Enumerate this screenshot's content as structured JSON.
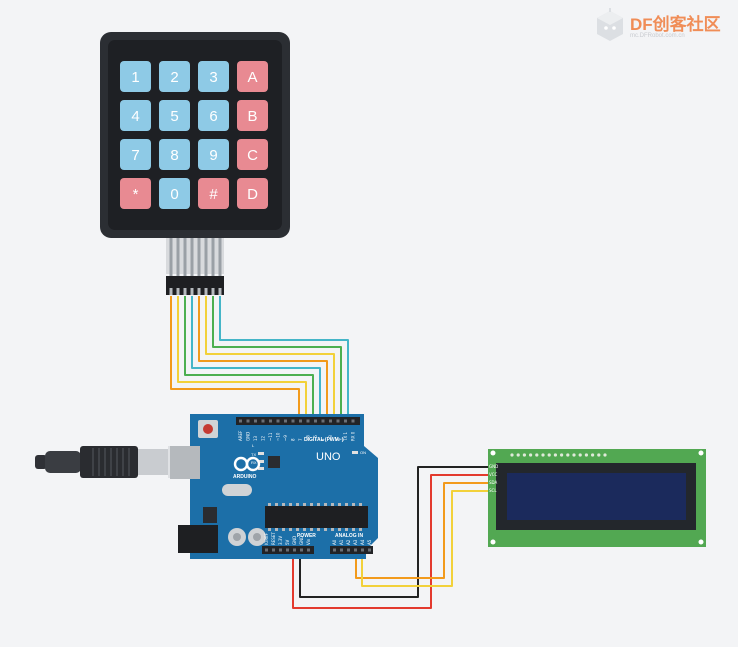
{
  "watermark": {
    "brand": "DF创客社区",
    "subtitle": "mc.DFRobot.com.cn"
  },
  "keypad": {
    "keys": [
      {
        "label": "1",
        "kind": "digit"
      },
      {
        "label": "2",
        "kind": "digit"
      },
      {
        "label": "3",
        "kind": "digit"
      },
      {
        "label": "A",
        "kind": "letter"
      },
      {
        "label": "4",
        "kind": "digit"
      },
      {
        "label": "5",
        "kind": "digit"
      },
      {
        "label": "6",
        "kind": "digit"
      },
      {
        "label": "B",
        "kind": "letter"
      },
      {
        "label": "7",
        "kind": "digit"
      },
      {
        "label": "8",
        "kind": "digit"
      },
      {
        "label": "9",
        "kind": "digit"
      },
      {
        "label": "C",
        "kind": "letter"
      },
      {
        "label": "*",
        "kind": "letter"
      },
      {
        "label": "0",
        "kind": "digit"
      },
      {
        "label": "#",
        "kind": "letter"
      },
      {
        "label": "D",
        "kind": "letter"
      }
    ]
  },
  "arduino": {
    "model": "UNO",
    "brand": "ARDUINO",
    "digital_header": "DIGITAL (PWM~)",
    "power_header": "POWER",
    "analog_header": "ANALOG IN",
    "on_led": "ON",
    "tx": "TX",
    "rx": "RX",
    "led_l": "L",
    "digital_pins": [
      "AREF",
      "GND",
      "13",
      "12",
      "~11",
      "~10",
      "~9",
      "8",
      "7",
      "~6",
      "~5",
      "4",
      "~3",
      "2",
      "TX 1",
      "RX 0"
    ],
    "power_pins": [
      "IOREF",
      "RESET",
      "3.3V",
      "5V",
      "GND",
      "GND",
      "Vin"
    ],
    "analog_pins": [
      "A0",
      "A1",
      "A2",
      "A3",
      "A4",
      "A5"
    ]
  },
  "lcd": {
    "pins": [
      "GND",
      "VCC",
      "SDA",
      "SCL"
    ]
  },
  "colors": {
    "background": "#f3f4f6",
    "keypad_body": "#2b2e33",
    "key_digit": "#8ecae6",
    "key_letter": "#e88a92",
    "board_blue": "#1c6fa8",
    "lcd_green": "#52a852",
    "lcd_screen": "#1b2a5c",
    "wire_red": "#e33a2e",
    "wire_black": "#222222",
    "wire_orange": "#f29a1c",
    "wire_yellow": "#f2d13a",
    "wire_green": "#4caf50",
    "wire_teal": "#44b5c8",
    "logo_orange": "#f08d57"
  },
  "icons": [
    "usb-cable-icon",
    "arduino-infinity-logo-icon",
    "dfrobot-cube-logo-icon"
  ]
}
